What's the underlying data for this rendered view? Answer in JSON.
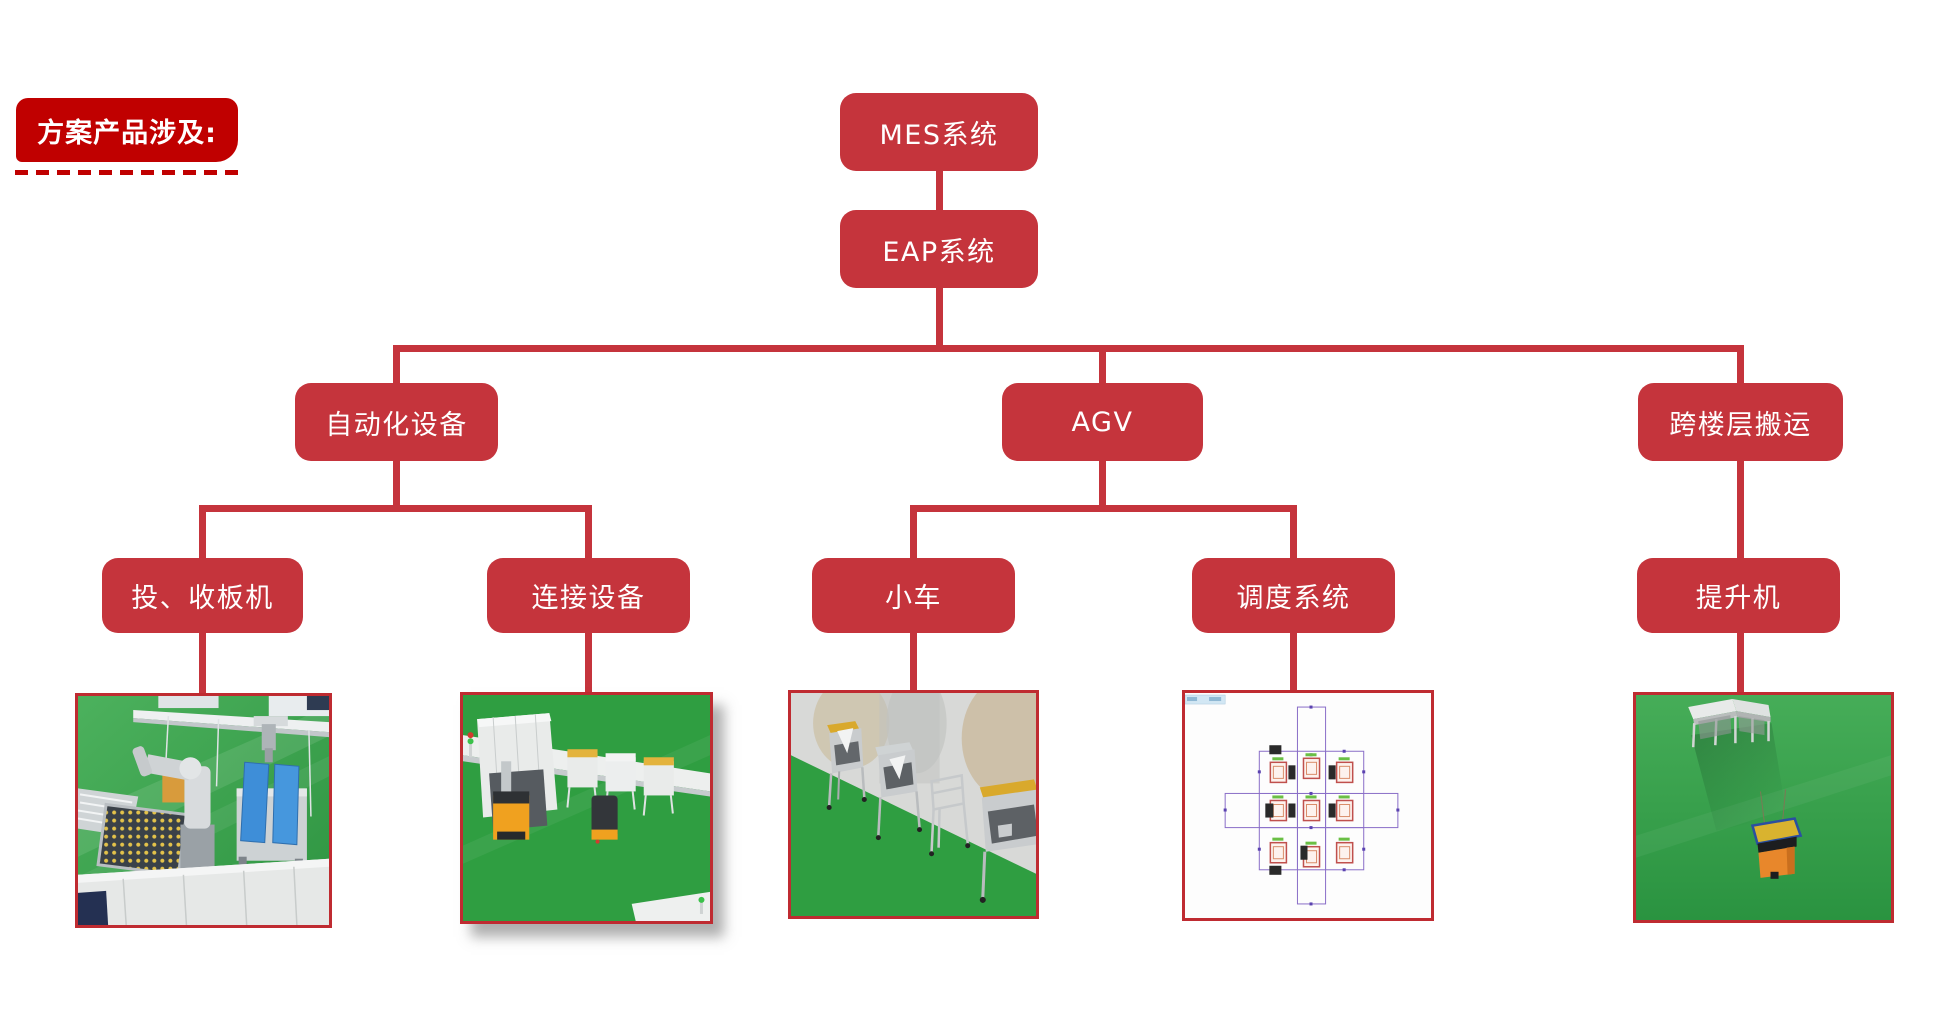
{
  "slide": {
    "background_color": "#ffffff",
    "header": {
      "label": "方案产品涉及:",
      "background_color": "#c00000",
      "text_color": "#ffffff",
      "underline_style": "dashed",
      "underline_color": "#c00000"
    },
    "colors": {
      "node_fill": "#c5343c",
      "node_text": "#ffffff",
      "connector": "#c5343c",
      "image_border": "#bf2b31"
    },
    "tree": {
      "root": {
        "label": "MES系统"
      },
      "child": {
        "label": "EAP系统"
      },
      "branches": [
        {
          "label": "自动化设备"
        },
        {
          "label": "AGV"
        },
        {
          "label": "跨楼层搬运"
        }
      ],
      "leaves": [
        {
          "label": "投、收板机",
          "image": "board-loader-unloader-render"
        },
        {
          "label": "连接设备",
          "image": "connection-equipment-render"
        },
        {
          "label": "小车",
          "image": "agv-cart-render"
        },
        {
          "label": "调度系统",
          "image": "dispatch-system-screenshot"
        },
        {
          "label": "提升机",
          "image": "lifter-render"
        }
      ]
    }
  }
}
